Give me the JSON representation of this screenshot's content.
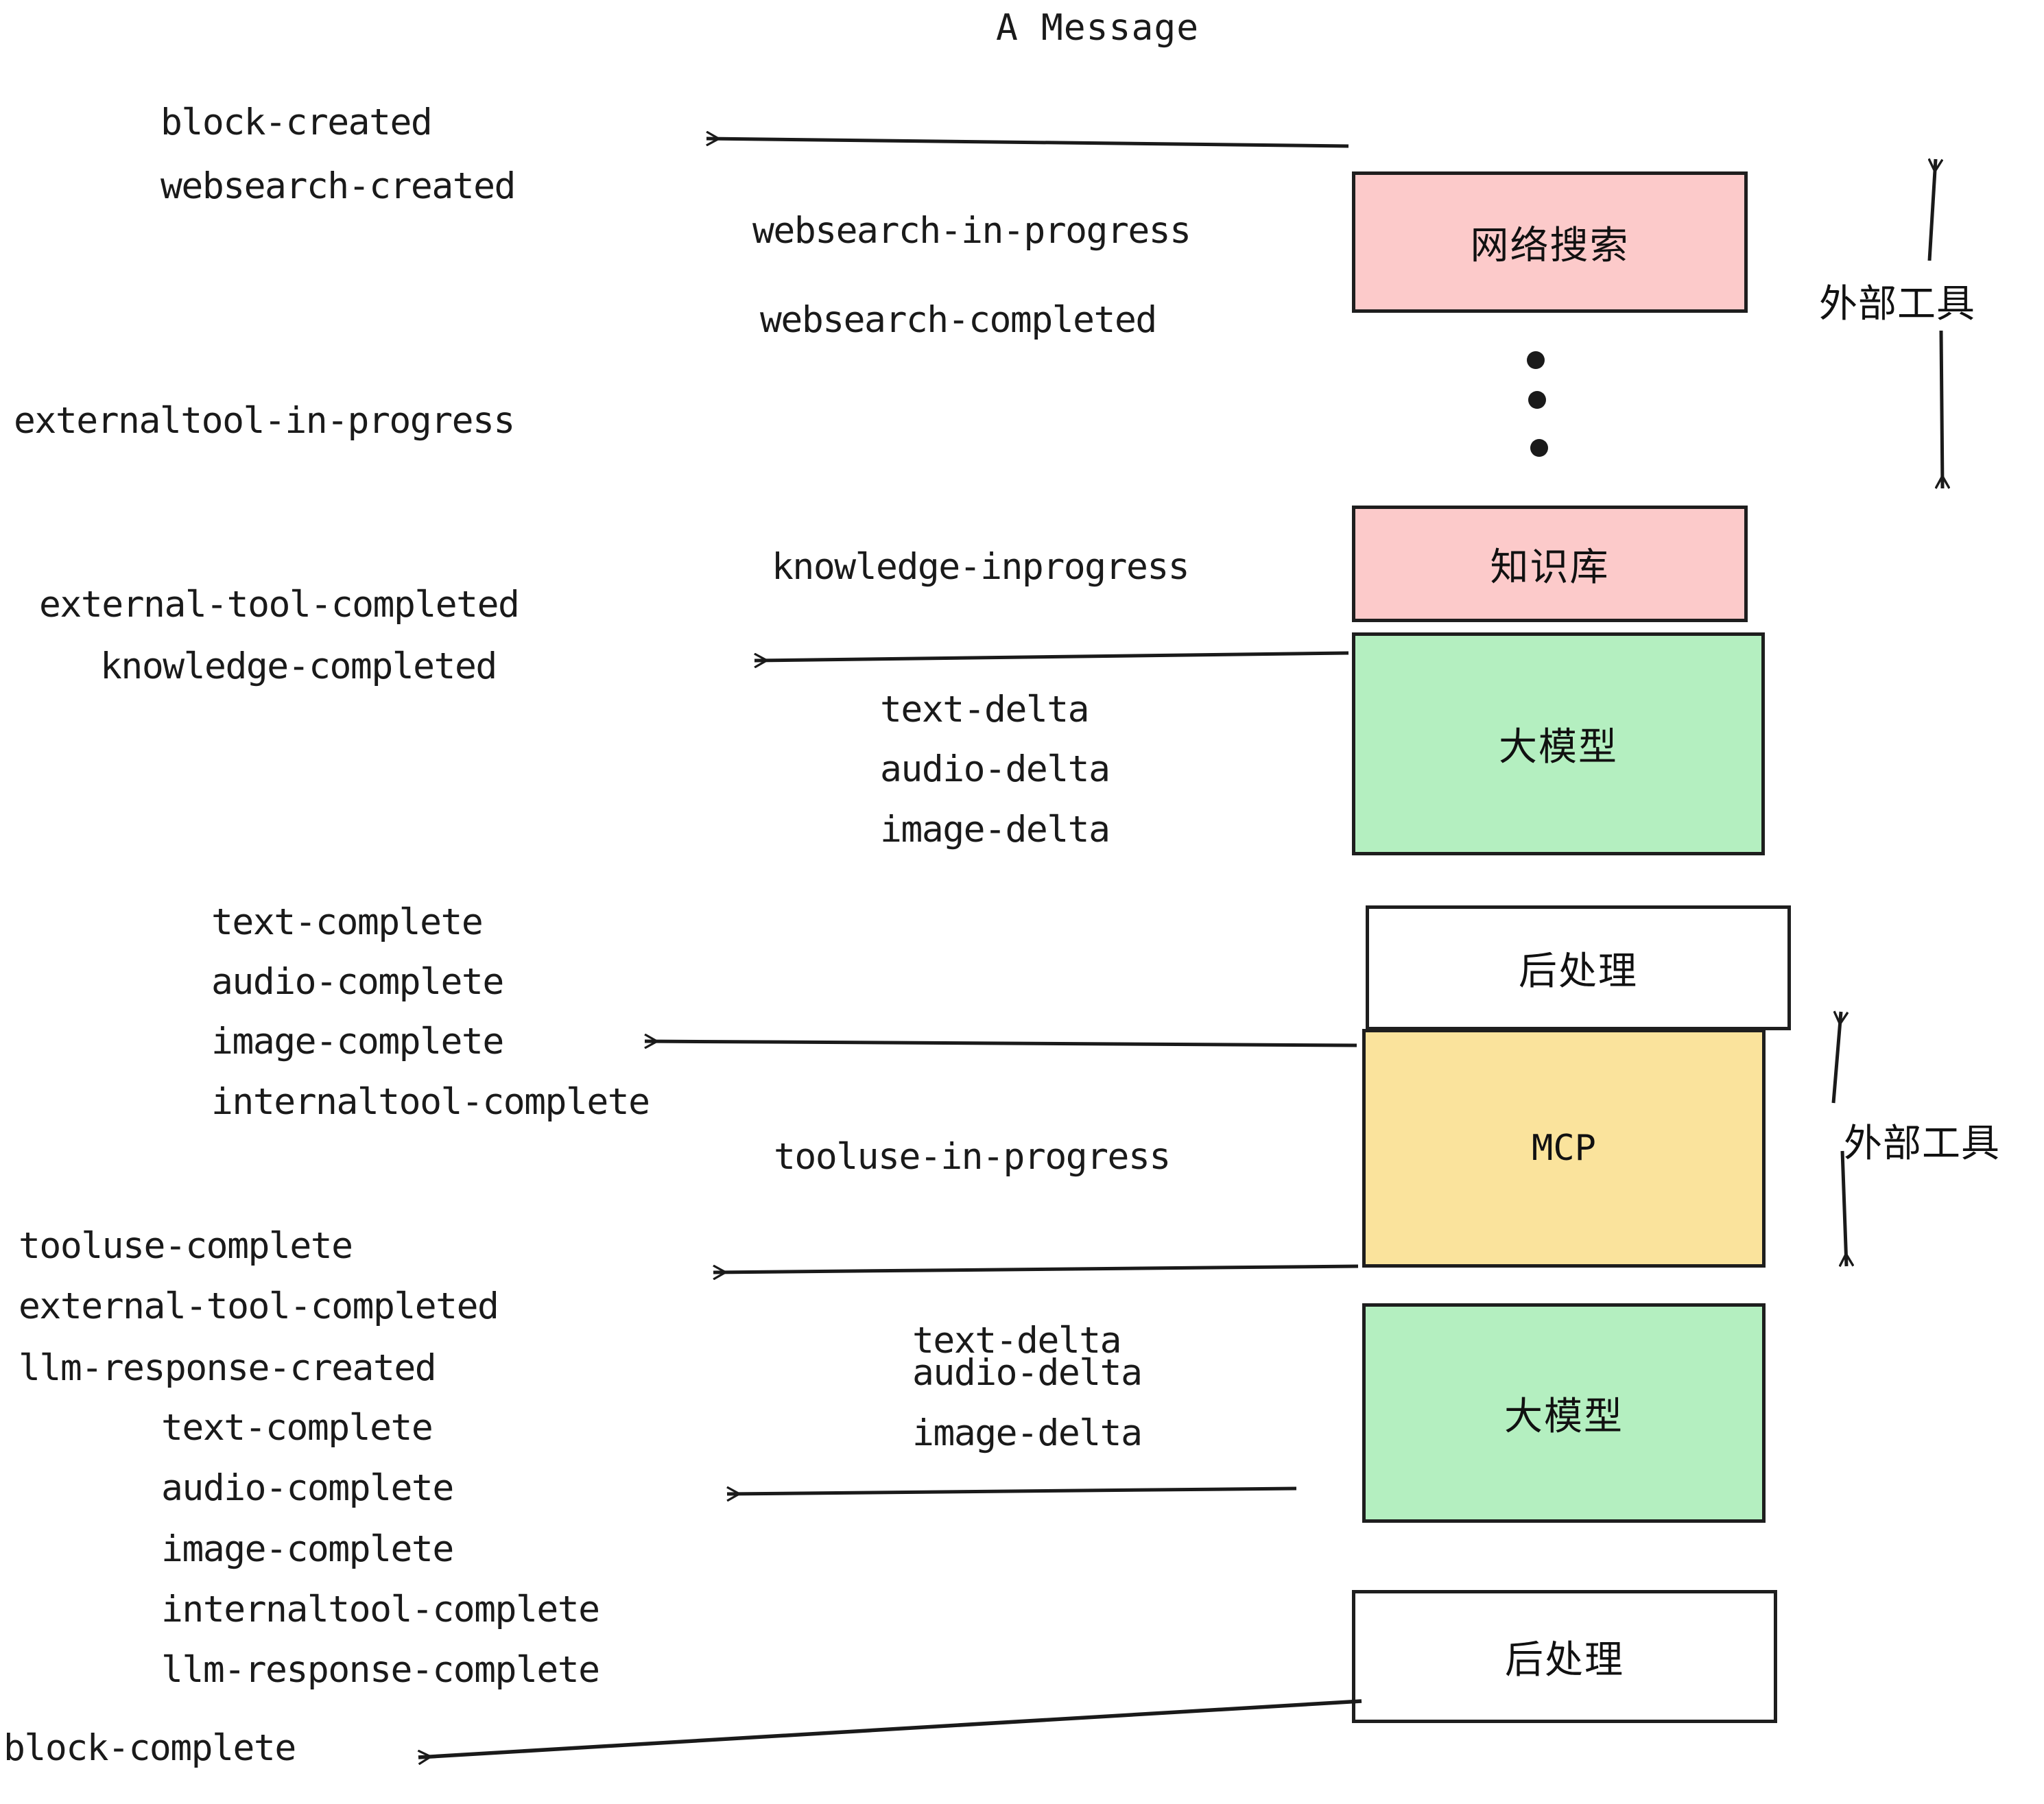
{
  "diagram": {
    "title": "A Message",
    "colors": {
      "external_tool_fill": "#FCCACA",
      "llm_fill": "#B4EFC0",
      "mcp_fill": "#FAE39C",
      "postprocess_fill": "#FFFFFF",
      "stroke": "#1e1e1e",
      "text": "#1a1a1a",
      "background": "#FFFFFF"
    },
    "boxes": [
      {
        "id": "websearch",
        "label": "网络搜索",
        "fill": "#FCCACA"
      },
      {
        "id": "knowledge",
        "label": "知识库",
        "fill": "#FCCACA"
      },
      {
        "id": "llm-1",
        "label": "大模型",
        "fill": "#B4EFC0"
      },
      {
        "id": "postprocess-1",
        "label": "后处理",
        "fill": "#FFFFFF"
      },
      {
        "id": "mcp",
        "label": "MCP",
        "fill": "#FAE39C"
      },
      {
        "id": "llm-2",
        "label": "大模型",
        "fill": "#B4EFC0"
      },
      {
        "id": "postprocess-2",
        "label": "后处理",
        "fill": "#FFFFFF"
      }
    ],
    "side_labels": [
      {
        "id": "external-tool-top",
        "label": "外部工具"
      },
      {
        "id": "external-tool-bottom",
        "label": "外部工具"
      }
    ],
    "events": [
      {
        "id": "e01",
        "text": "block-created"
      },
      {
        "id": "e02",
        "text": "websearch-created"
      },
      {
        "id": "e03",
        "text": "websearch-in-progress"
      },
      {
        "id": "e04",
        "text": "websearch-completed"
      },
      {
        "id": "e05",
        "text": "externaltool-in-progress"
      },
      {
        "id": "e06",
        "text": "knowledge-inprogress"
      },
      {
        "id": "e07",
        "text": "external-tool-completed"
      },
      {
        "id": "e08",
        "text": "knowledge-completed"
      },
      {
        "id": "e09",
        "text": "text-delta"
      },
      {
        "id": "e10",
        "text": "audio-delta"
      },
      {
        "id": "e11",
        "text": "image-delta"
      },
      {
        "id": "e12",
        "text": "text-complete"
      },
      {
        "id": "e13",
        "text": "audio-complete"
      },
      {
        "id": "e14",
        "text": "image-complete"
      },
      {
        "id": "e15",
        "text": "internaltool-complete"
      },
      {
        "id": "e16",
        "text": "tooluse-in-progress"
      },
      {
        "id": "e17",
        "text": "tooluse-complete"
      },
      {
        "id": "e18",
        "text": "external-tool-completed"
      },
      {
        "id": "e19",
        "text": "llm-response-created"
      },
      {
        "id": "e20",
        "text": "text-delta"
      },
      {
        "id": "e21",
        "text": "audio-delta"
      },
      {
        "id": "e22",
        "text": "image-delta"
      },
      {
        "id": "e23",
        "text": "text-complete"
      },
      {
        "id": "e24",
        "text": "audio-complete"
      },
      {
        "id": "e25",
        "text": "image-complete"
      },
      {
        "id": "e26",
        "text": "internaltool-complete"
      },
      {
        "id": "e27",
        "text": "llm-response-complete"
      },
      {
        "id": "e28",
        "text": "block-complete"
      }
    ]
  }
}
